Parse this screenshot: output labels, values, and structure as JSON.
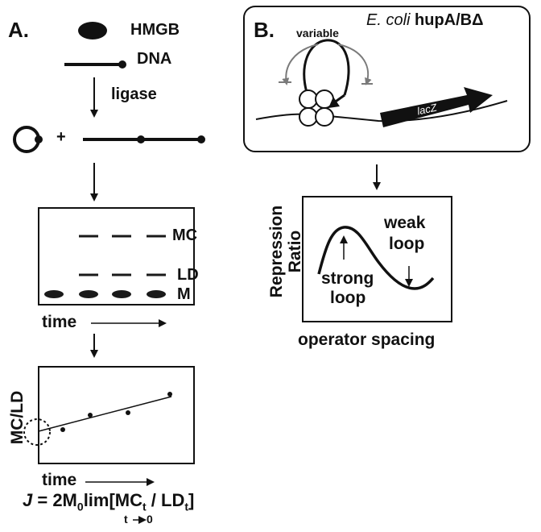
{
  "panel_a": {
    "letter": "A.",
    "legend_protein": "HMGB",
    "legend_dna": "DNA",
    "ligase_label": "ligase",
    "plus_sign": "+",
    "gel": {
      "band_mc": "MC",
      "band_ld": "LD",
      "band_m": "M"
    },
    "gel_time_label": "time",
    "plot": {
      "y_label": "MC/LD",
      "x_label": "time"
    },
    "formula": {
      "j": "J",
      "eq": " = 2M",
      "sub0": "0",
      "lim": "lim[MC",
      "sub_t1": "t",
      "slash": " / LD",
      "sub_t2": "t",
      "close": "]",
      "limit_below": "t",
      "limit_zero": "0"
    }
  },
  "panel_b": {
    "letter": "B.",
    "strain_species": "E. coli",
    "strain_genes": "hupA/B",
    "strain_delta": "Δ",
    "loop_label": "variable",
    "gene_label": "lacZ",
    "graph": {
      "y_label_line1": "Repression",
      "y_label_line2": "Ratio",
      "strong_line1": "strong",
      "strong_line2": "loop",
      "weak_line1": "weak",
      "weak_line2": "loop",
      "x_label": "operator spacing"
    }
  },
  "colors": {
    "ink": "#111111",
    "gel_band": "#1a1a1a",
    "arc_grey": "#7a7a7a",
    "frame_bg": "#ffffff"
  }
}
